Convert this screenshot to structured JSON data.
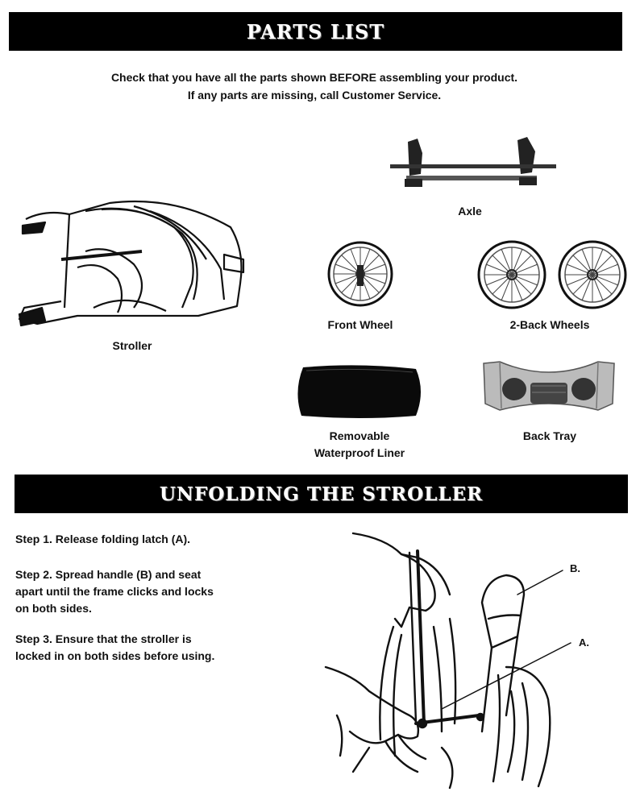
{
  "parts_section": {
    "title": "PARTS LIST",
    "intro_line1": "Check that you have all the parts shown BEFORE assembling your product.",
    "intro_line2": "If any parts are missing, call Customer Service.",
    "parts": [
      {
        "label": "Axle",
        "icon": "axle-icon"
      },
      {
        "label": "Stroller",
        "icon": "folded-stroller-icon"
      },
      {
        "label": "Front Wheel",
        "icon": "front-wheel-icon"
      },
      {
        "label": "2-Back Wheels",
        "icon": "back-wheels-icon"
      },
      {
        "label_line1": "Removable",
        "label_line2": "Waterproof Liner",
        "icon": "liner-icon"
      },
      {
        "label": "Back Tray",
        "icon": "back-tray-icon"
      }
    ]
  },
  "unfold_section": {
    "title": "UNFOLDING THE STROLLER",
    "steps": [
      "Step 1. Release folding latch (A).",
      "Step 2. Spread handle (B) and seat apart until the frame clicks and locks on both sides.",
      "Step 3. Ensure that the stroller is locked in on both sides before using."
    ],
    "callouts": {
      "b": "B.",
      "a": "A."
    }
  }
}
